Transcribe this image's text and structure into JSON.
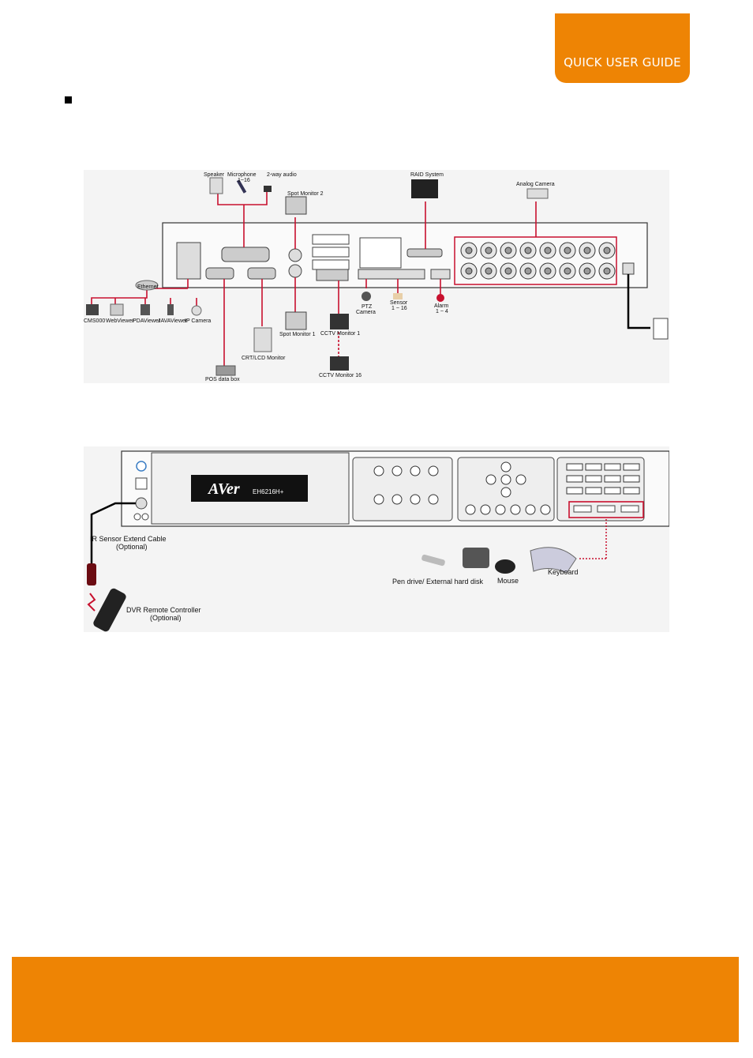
{
  "header": {
    "tab_label": "QUICK USER GUIDE"
  },
  "colors": {
    "accent": "#ee8404",
    "wire": "#c8102e"
  },
  "rear_panel": {
    "labels": {
      "speaker": "Speaker",
      "microphone": "Microphone",
      "microphone_range": "1~16",
      "two_way_audio": "2-way audio",
      "spot_monitor_2": "Spot Monitor 2",
      "raid_system": "RAID System",
      "analog_camera": "Analog Camera",
      "ethernet": "Ethernet",
      "cms000": "CMS000",
      "webviewer": "WebViewer",
      "pdaviewer": "PDAViewer",
      "javaviewer": "JAVAViewer",
      "ip_camera": "IP Camera",
      "crt_lcd_monitor": "CRT/LCD Monitor",
      "pos_data_box": "POS data box",
      "spot_monitor_1": "Spot Monitor 1",
      "cctv_monitor_1": "CCTV Monitor 1",
      "cctv_monitor_16": "CCTV Monitor 16",
      "ptz_camera_line1": "PTZ",
      "ptz_camera_line2": "Camera",
      "sensor": "Sensor",
      "sensor_range": "1 ~ 16",
      "alarm": "Alarm",
      "alarm_range": "1 ~ 4"
    }
  },
  "front_panel": {
    "brand": "AVer",
    "model": "EH6216H+",
    "labels": {
      "ir_sensor_line1": "IR Sensor Extend Cable",
      "ir_sensor_line2": "(Optional)",
      "remote_line1": "DVR Remote Controller",
      "remote_line2": "(Optional)",
      "pen_drive": "Pen drive/ External hard disk",
      "mouse": "Mouse",
      "keyboard": "Keyboard"
    }
  }
}
